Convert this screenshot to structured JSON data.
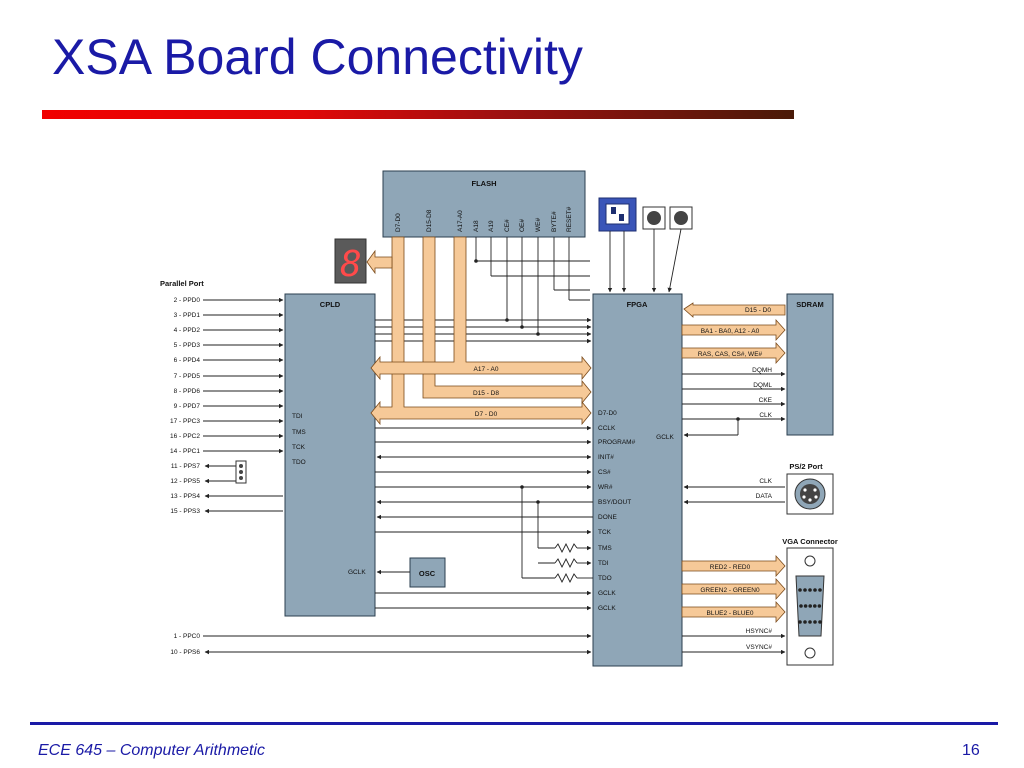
{
  "slide": {
    "title": "XSA Board Connectivity",
    "footer": "ECE 645 – Computer Arithmetic",
    "page_number": "16"
  },
  "diagram": {
    "blocks": {
      "flash": "FLASH",
      "cpld": "CPLD",
      "fpga": "FPGA",
      "sdram": "SDRAM",
      "osc": "OSC",
      "ps2": "PS/2 Port",
      "vga": "VGA Connector",
      "parallel_port": "Parallel Port",
      "seven_seg": "8"
    },
    "flash_pins": [
      "D7-D0",
      "D15-D8",
      "A17-A0",
      "A18",
      "A19",
      "CE#",
      "OE#",
      "WE#",
      "BYTE#",
      "RESET#"
    ],
    "parallel_pins": [
      "2 - PPD0",
      "3 - PPD1",
      "4 - PPD2",
      "5 - PPD3",
      "6 - PPD4",
      "7 - PPD5",
      "8 - PPD6",
      "9 - PPD7",
      "17 - PPC3",
      "16 - PPC2",
      "14 - PPC1",
      "11 - PPS7",
      "12 - PPS5",
      "13 - PPS4",
      "15 - PPS3"
    ],
    "parallel_bottom": [
      "1 - PPC0",
      "10 - PPS6"
    ],
    "cpld_pins": [
      "TDI",
      "TMS",
      "TCK",
      "TDO",
      "GCLK"
    ],
    "fpga_left_pins": [
      "D7-D0",
      "CCLK",
      "PROGRAM#",
      "INIT#",
      "CS#",
      "WR#",
      "BSY/DOUT",
      "DONE",
      "TCK",
      "TMS",
      "TDI",
      "TDO",
      "GCLK",
      "GCLK"
    ],
    "fpga_gclk": "GCLK",
    "cpld_buses": [
      "A17 - A0",
      "D15 - D8",
      "D7 - D0"
    ],
    "sdram_buses": [
      "D15 - D0",
      "BA1 - BA0, A12 - A0",
      "RAS, CAS, CS#, WE#"
    ],
    "sdram_signals": [
      "DQMH",
      "DQML",
      "CKE",
      "CLK"
    ],
    "ps2_signals": [
      "CLK",
      "DATA"
    ],
    "vga_buses": [
      "RED2 - RED0",
      "GREEN2 - GREEN0",
      "BLUE2 - BLUE0"
    ],
    "vga_signals": [
      "HSYNC#",
      "VSYNC#"
    ]
  }
}
